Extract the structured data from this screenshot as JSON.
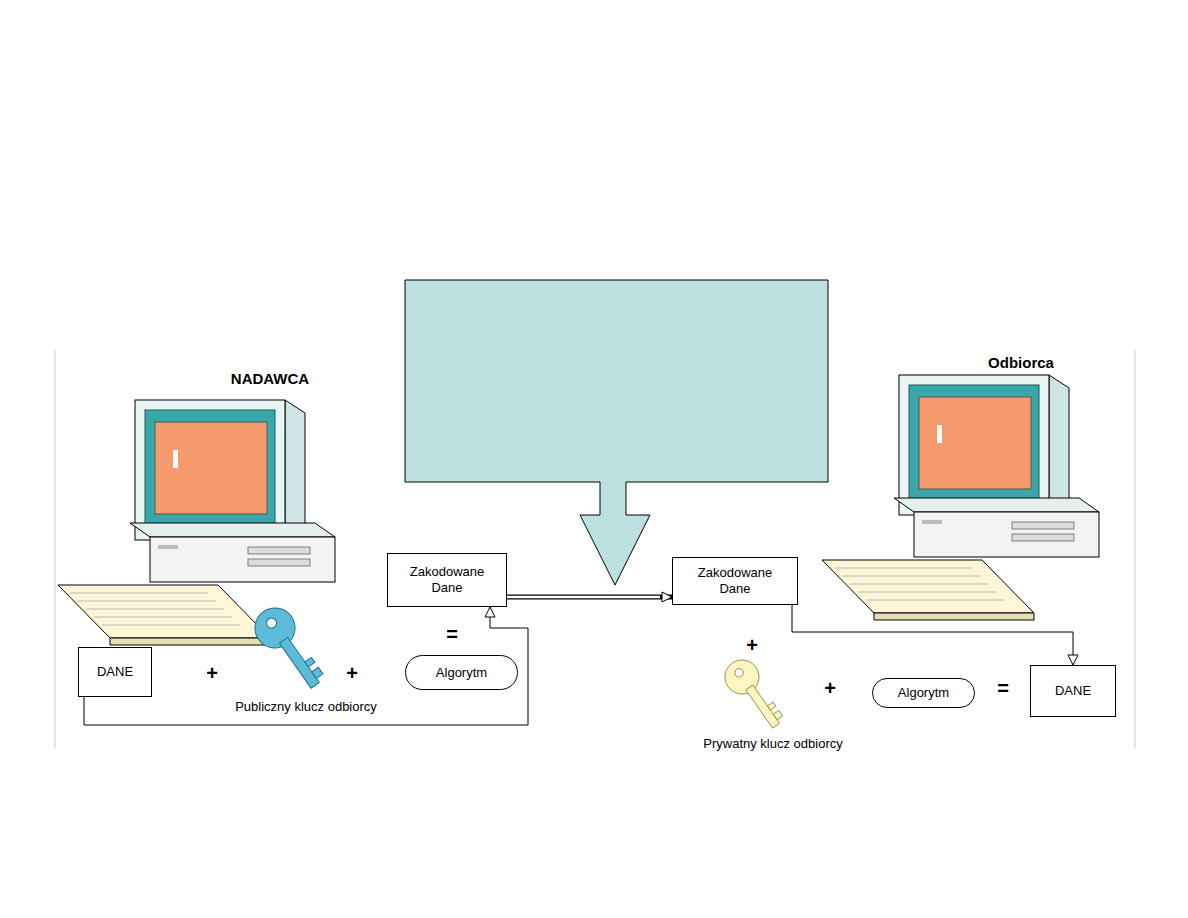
{
  "diagram": {
    "nodes": [
      {
        "text": [
          "Zakodowane Dane"
        ]
      },
      {
        "text": [
          "Zakodowane Dane"
        ]
      },
      {
        "text": [
          "DANE"
        ]
      },
      {
        "text": [
          "Algorytm"
        ]
      },
      {
        "text": [
          "Algorytm"
        ]
      },
      {
        "text": [
          "DANE"
        ]
      }
    ],
    "edges": [
      {
        "from": 0,
        "to": 1,
        "arrow": "to"
      },
      {
        "from": 2,
        "to": 0,
        "arrow": "to"
      },
      {
        "from": 1,
        "to": 5,
        "arrow": "to"
      }
    ],
    "labels": [
      "NADAWCA",
      "Odbiorca",
      "+",
      "+",
      "=",
      "Publiczny klucz odbiorcy",
      "+",
      "+",
      "=",
      "Prywatny klucz odbiorcy"
    ]
  }
}
